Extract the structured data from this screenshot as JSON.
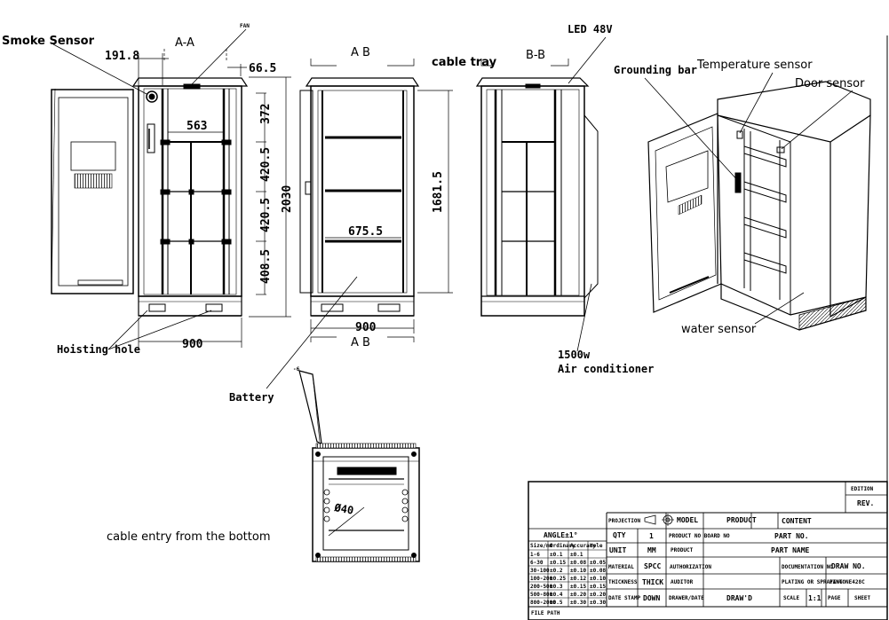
{
  "labels": {
    "smoke_sensor": "Smoke  Sensor",
    "fan": "FAN",
    "section_aa": "A-A",
    "section_ab_top": "A B",
    "section_ab_bottom": "A B",
    "cable_tray": "cable tray",
    "section_bb": "B-B",
    "led": "LED 48V",
    "grounding_bar": "Grounding bar",
    "temperature_sensor": "Temperature sensor",
    "door_sensor": "Door sensor",
    "hoisting_hole": "Hoisting hole",
    "battery": "Battery",
    "air_conditioner_size": "1500w",
    "air_conditioner": "Air conditioner",
    "water_sensor": "water sensor",
    "cable_entry": "cable entry from the bottom",
    "hole_dia": "Ø40",
    "hole_mark": "-6"
  },
  "dimensions": {
    "d_191_8": "191.8",
    "d_66_5": "66.5",
    "d_563": "563",
    "d_372": "372",
    "d_420_5a": "420.5",
    "d_420_5b": "420.5",
    "d_408_5": "408.5",
    "d_2030": "2030",
    "d_900_left": "900",
    "d_675_5": "675.5",
    "d_1681_5": "1681.5",
    "d_900_mid": "900"
  },
  "title_block": {
    "edition": "EDITION",
    "rev": "REV.",
    "projection": "PROJECTION",
    "model": "MODEL",
    "product": "PRODUCT",
    "content": "CONTENT",
    "angle": "ANGLE±1°",
    "qty_label": "QTY",
    "qty_value": "1",
    "product_no": "PRODUCT NO BOARD NO",
    "part_no": "PART NO.",
    "unit_label": "UNIT",
    "unit_value": "MM",
    "product2": "PRODUCT",
    "part_name": "PART NAME",
    "material_label": "MATERIAL",
    "material_value": "SPCC",
    "authorization": "AUTHORIZATION",
    "documentation": "DOCUMENTATION NO",
    "draw_no": "DRAW NO.",
    "thickness_label": "THICKNESS",
    "thickness_value": "THICK",
    "auditor": "AUDITOR",
    "plating": "PLATING OR SPRAYING",
    "plating_value": "PANTONE428C",
    "date_label": "DATE STAMP",
    "date_value": "DOWN",
    "drawer": "DRAWER/DATE",
    "drawer_value": "DRAW'D",
    "scale_label": "SCALE",
    "scale_value": "1:1",
    "page_label": "PAGE",
    "sheet_label": "SHEET",
    "file_path": "FILE PATH",
    "tol_header": [
      "Size/mm",
      "Ordinary",
      "Accuracy",
      "Hole"
    ],
    "tol_rows": [
      [
        "1-6",
        "±0.1",
        "±0.1",
        ""
      ],
      [
        "6-30",
        "±0.15",
        "±0.08",
        "±0.05"
      ],
      [
        "30-100",
        "±0.2",
        "±0.10",
        "±0.08"
      ],
      [
        "100-200",
        "±0.25",
        "±0.12",
        "±0.10"
      ],
      [
        "200-500",
        "±0.3",
        "±0.15",
        "±0.15"
      ],
      [
        "500-800",
        "±0.4",
        "±0.20",
        "±0.20"
      ],
      [
        "800-2000",
        "±0.5",
        "±0.30",
        "±0.30"
      ]
    ]
  }
}
